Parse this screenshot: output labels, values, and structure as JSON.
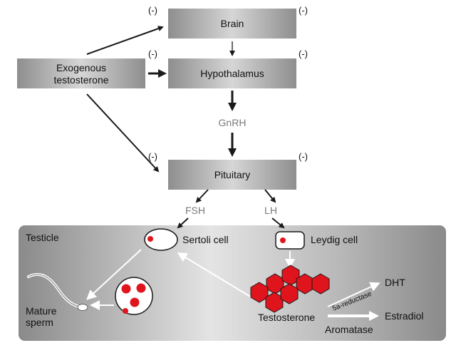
{
  "boxes": {
    "brain": "Brain",
    "hypothalamus": "Hypothalamus",
    "pituitary": "Pituitary",
    "exogenous_line1": "Exogenous",
    "exogenous_line2": "testosterone"
  },
  "feedback_mark": "(-)",
  "hormones": {
    "gnrh": "GnRH",
    "fsh": "FSH",
    "lh": "LH"
  },
  "testicle": {
    "title": "Testicle",
    "sertoli": "Sertoli cell",
    "leydig": "Leydig cell",
    "mature_line1": "Mature",
    "mature_line2": "sperm",
    "testosterone": "Testosterone",
    "dht": "DHT",
    "estradiol": "Estradiol",
    "aromatase": "Aromatase",
    "reductase": "5a-reductase"
  },
  "colors": {
    "box_dark": "#8a8a8a",
    "box_light": "#d4d4d4",
    "panel_dark": "#8c8c8c",
    "panel_light": "#e6e6e6",
    "cell_red": "#e0141c",
    "hormone_text": "#7a7a7a",
    "arrow": "#1a1a1a"
  }
}
